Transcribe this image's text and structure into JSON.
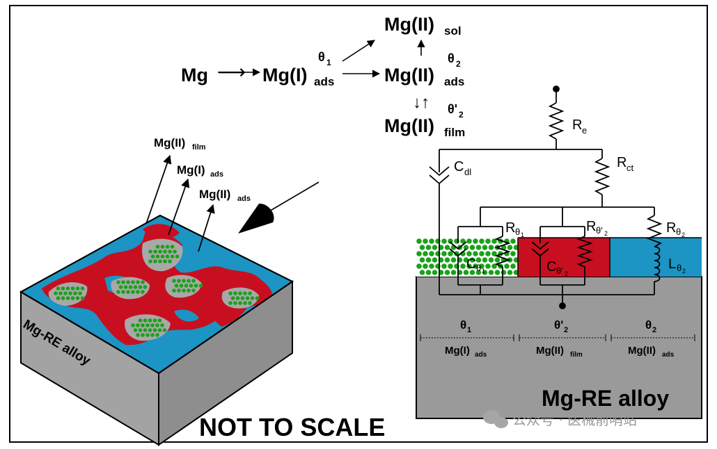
{
  "scheme": {
    "mg": "Mg",
    "mg1": "Mg(I)",
    "mg1_sub": "ads",
    "theta1": "θ",
    "theta1_sub": "1",
    "mg2_sol": "Mg(II)",
    "mg2_sol_sub": "sol",
    "mg2_ads": "Mg(II)",
    "mg2_ads_sub": "ads",
    "theta2": "θ",
    "theta2_sub": "2",
    "mg2_film": "Mg(II)",
    "mg2_film_sub": "film",
    "theta2p": "θ'",
    "theta2p_sub": "2",
    "eq_arrows": "↓↑",
    "up_arrow": "↑",
    "long_arrow": "⟶"
  },
  "block": {
    "labels": [
      {
        "main": "Mg(II)",
        "sub": "film"
      },
      {
        "main": "Mg(I)",
        "sub": "ads"
      },
      {
        "main": "Mg(II)",
        "sub": "ads"
      }
    ],
    "alloy": "Mg-RE alloy",
    "colors": {
      "solution": "#1c94c4",
      "film": "#c80f20",
      "ads_gray": "#a8a8a8",
      "particles": "#1aa11a",
      "alloy_side": "#9c9c9c",
      "alloy_front": "#8e8e8e"
    }
  },
  "circuit": {
    "Re": {
      "main": "R",
      "sub": "e"
    },
    "Rct": {
      "main": "R",
      "sub": "ct"
    },
    "Cdl": {
      "main": "C",
      "sub": "dl"
    },
    "Rt1": {
      "main": "R",
      "sub": "θ",
      "sub2": "1"
    },
    "Ct1": {
      "main": "C",
      "sub": "θ",
      "sub2": "1"
    },
    "Rt2p": {
      "main": "R",
      "sub": "θ'",
      "sub2": "2"
    },
    "Ct2p": {
      "main": "C",
      "sub": "θ'",
      "sub2": "2"
    },
    "Rt2": {
      "main": "R",
      "sub": "θ",
      "sub2": "2"
    },
    "Lt2": {
      "main": "L",
      "sub": "θ",
      "sub2": "2"
    }
  },
  "regions": [
    {
      "theta": "θ",
      "theta_sub": "1",
      "species": "Mg(I)",
      "species_sub": "ads"
    },
    {
      "theta": "θ'",
      "theta_sub": "2",
      "species": "Mg(II)",
      "species_sub": "film"
    },
    {
      "theta": "θ",
      "theta_sub": "2",
      "species": "Mg(II)",
      "species_sub": "ads"
    }
  ],
  "alloy_label": "Mg-RE alloy",
  "footer": "NOT TO SCALE",
  "watermark": "公众号 · 医械前哨站"
}
